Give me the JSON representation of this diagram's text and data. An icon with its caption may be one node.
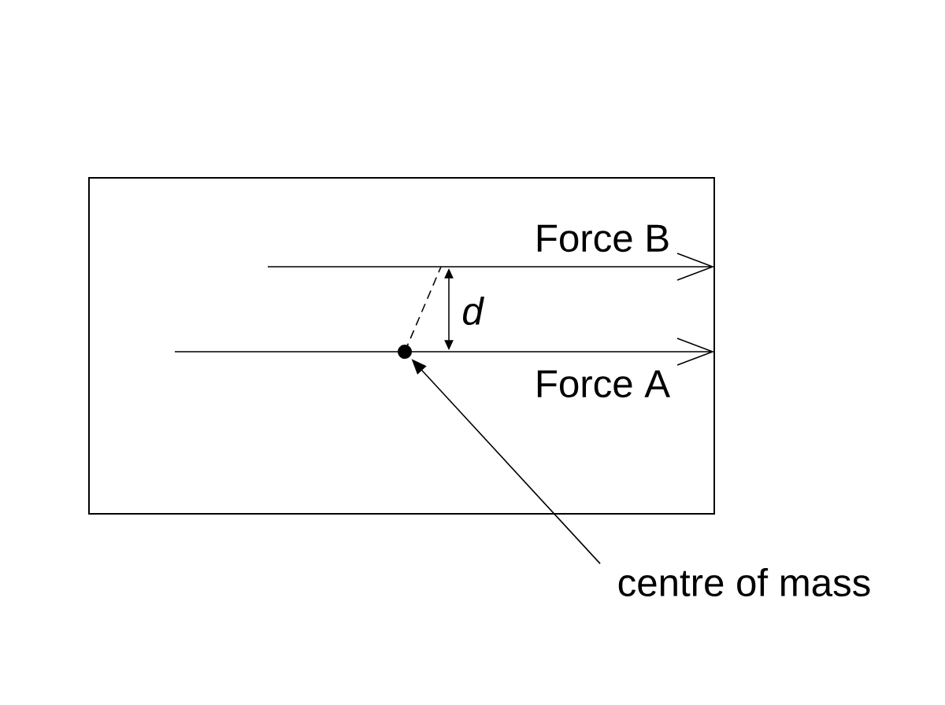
{
  "diagram": {
    "nodes": [
      {
        "text": [
          "centre of mass"
        ]
      },
      {
        "text": [],
        "shape": "circle"
      }
    ],
    "edges": [
      {
        "from": 0,
        "to": 1,
        "arrow": "to"
      }
    ],
    "labels": [
      "Force B",
      "d",
      "Force A"
    ]
  }
}
